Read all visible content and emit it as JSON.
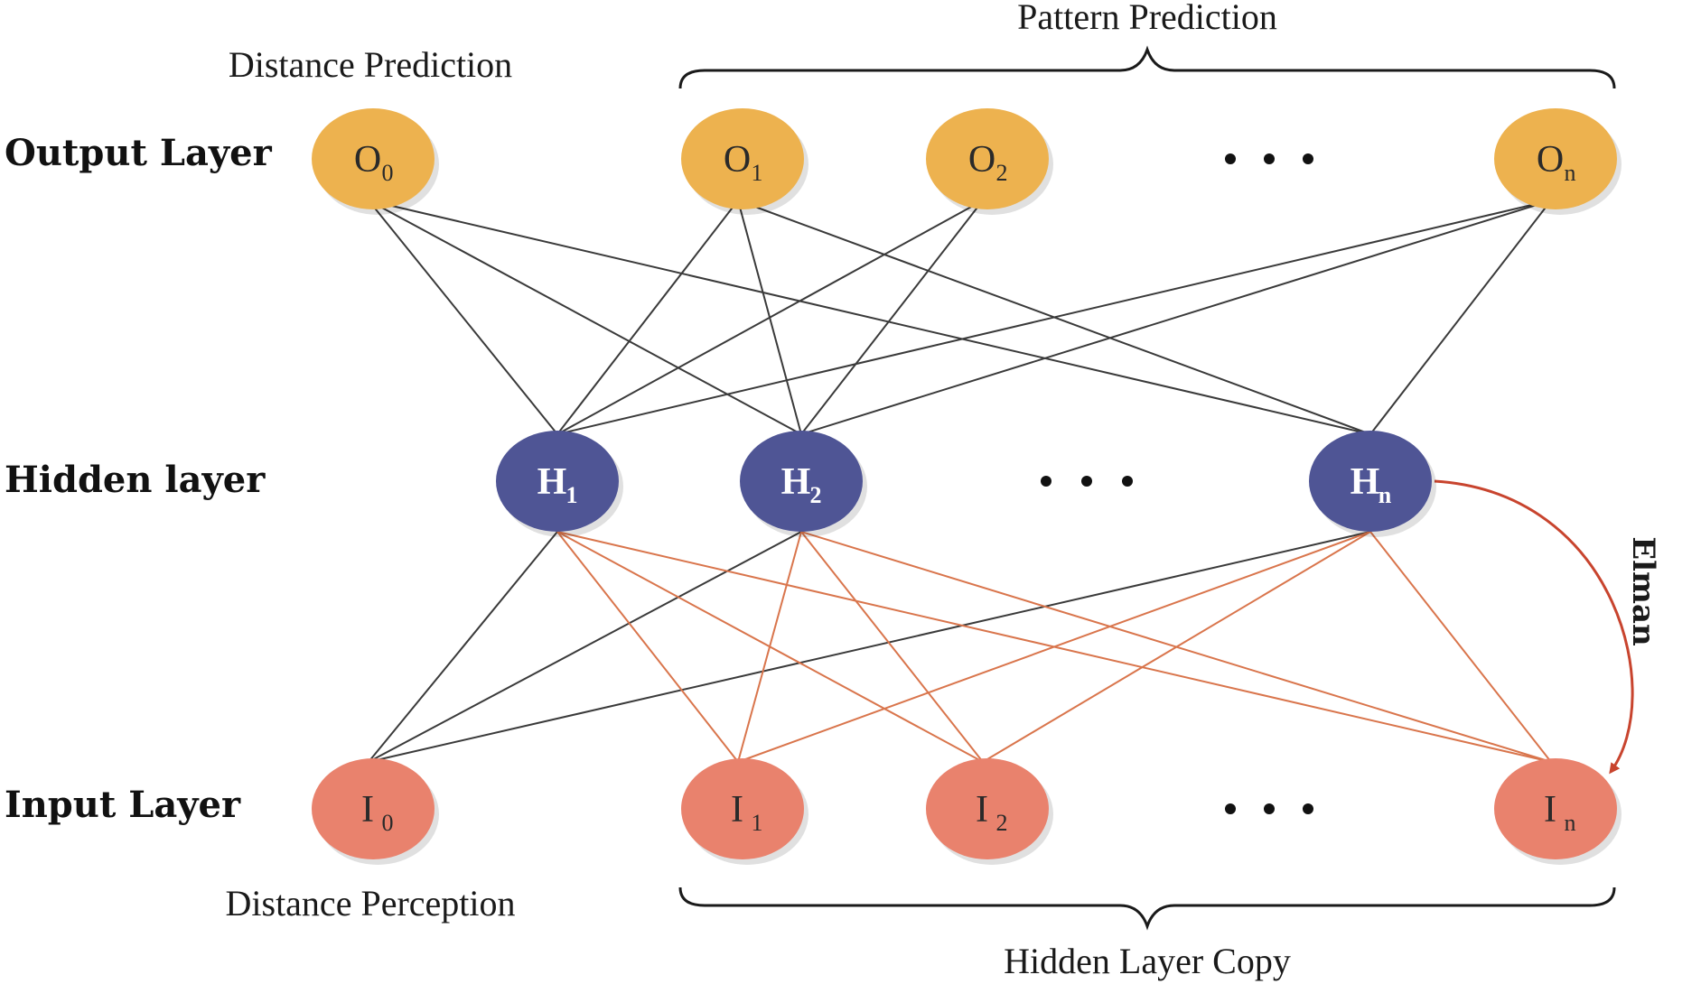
{
  "layers": {
    "output": {
      "label": "Output Layer"
    },
    "hidden": {
      "label": "Hidden layer"
    },
    "input": {
      "label": "Input Layer"
    }
  },
  "captions": {
    "distance_prediction": "Distance Prediction",
    "pattern_prediction": "Pattern Prediction",
    "distance_perception": "Distance Perception",
    "hidden_layer_copy": "Hidden Layer Copy"
  },
  "elman_label": "Elman",
  "nodes": {
    "output": [
      {
        "id": "O0",
        "letter": "O",
        "sub": "0"
      },
      {
        "id": "O1",
        "letter": "O",
        "sub": "1"
      },
      {
        "id": "O2",
        "letter": "O",
        "sub": "2"
      },
      {
        "id": "On",
        "letter": "O",
        "sub": "n"
      }
    ],
    "hidden": [
      {
        "id": "H1",
        "letter": "H",
        "sub": "1"
      },
      {
        "id": "H2",
        "letter": "H",
        "sub": "2"
      },
      {
        "id": "Hn",
        "letter": "H",
        "sub": "n"
      }
    ],
    "input": [
      {
        "id": "I0",
        "letter": "I",
        "sub": "0"
      },
      {
        "id": "I1",
        "letter": "I",
        "sub": "1"
      },
      {
        "id": "I2",
        "letter": "I",
        "sub": "2"
      },
      {
        "id": "In",
        "letter": "I",
        "sub": "n"
      }
    ]
  },
  "edges": {
    "output_hidden": [
      [
        "O0",
        "H2"
      ],
      [
        "O0",
        "Hn"
      ],
      [
        "O0",
        "H1"
      ],
      [
        "O1",
        "H1"
      ],
      [
        "O1",
        "H2"
      ],
      [
        "O1",
        "Hn"
      ],
      [
        "O2",
        "H1"
      ],
      [
        "O2",
        "H2"
      ],
      [
        "On",
        "H1"
      ],
      [
        "On",
        "H2"
      ],
      [
        "On",
        "Hn"
      ]
    ],
    "hidden_input_dark": [
      [
        "H1",
        "I0"
      ],
      [
        "H2",
        "I0"
      ],
      [
        "Hn",
        "I0"
      ]
    ],
    "hidden_input_orange": [
      [
        "H1",
        "I1"
      ],
      [
        "H1",
        "I2"
      ],
      [
        "H1",
        "In"
      ],
      [
        "H2",
        "I1"
      ],
      [
        "H2",
        "I2"
      ],
      [
        "H2",
        "In"
      ],
      [
        "Hn",
        "I1"
      ],
      [
        "Hn",
        "I2"
      ],
      [
        "Hn",
        "In"
      ]
    ],
    "elman": [
      "Hn",
      "In"
    ]
  },
  "colors": {
    "output_node": "#EDB24F",
    "hidden_node": "#4F5595",
    "input_node": "#E9826D",
    "dark_edge": "#3a3a3a",
    "orange_edge": "#D9754C",
    "elman_arrow": "#C8442E",
    "output_text": "#2a2a2a",
    "hidden_text": "#ffffff",
    "input_text": "#2a2a2a"
  }
}
